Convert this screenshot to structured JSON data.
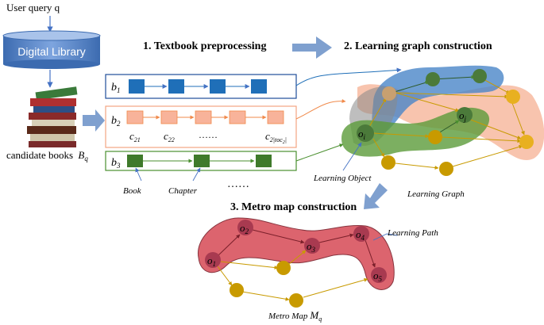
{
  "user_query": "User query q",
  "library": "Digital Library",
  "candidate_books": "candidate books",
  "candidate_books_symbol": "B",
  "candidate_books_sub": "q",
  "steps": {
    "s1": "1. Textbook preprocessing",
    "s2": "2. Learning graph construction",
    "s3": "3. Metro map construction"
  },
  "books": {
    "b1": "b",
    "b1_sub": "1",
    "b2": "b",
    "b2_sub": "2",
    "b3": "b",
    "b3_sub": "3",
    "chapter_c": "c",
    "chapter_c21": "21",
    "chapter_c22": "22",
    "chapter_ellipsis": "……",
    "chapter_last_sub": "2|toc",
    "chapter_last_subsub": "2",
    "chapter_last_close": "|",
    "b3_ellipsis": "……"
  },
  "callouts": {
    "book": "Book",
    "chapter": "Chapter",
    "learning_object": "Learning Object",
    "learning_graph": "Learning Graph",
    "learning_path": "Learning Path",
    "metro_map": "Metro Map",
    "metro_map_symbol": "M",
    "metro_map_sub": "q"
  },
  "graph_labels": {
    "oi": "o",
    "oi_sub": "i",
    "oj": "o",
    "oj_sub": "j"
  },
  "metro_labels": {
    "o1": "o",
    "o1_sub": "1",
    "o2": "o",
    "o2_sub": "2",
    "o3": "o",
    "o3_sub": "3",
    "o4": "o",
    "o4_sub": "4",
    "o5": "o",
    "o5_sub": "5"
  },
  "colors": {
    "blue": "#1f6fb8",
    "blue_fill": "#4a86c8",
    "orange": "#f4a582",
    "orange_line": "#f08a4b",
    "green": "#4a8f2f",
    "green_fill": "#5b9b3a",
    "gold": "#c89a00",
    "arrow_blue": "#7fa0cf",
    "red_fill": "#d9545f",
    "node_green": "#4b7a3a"
  }
}
